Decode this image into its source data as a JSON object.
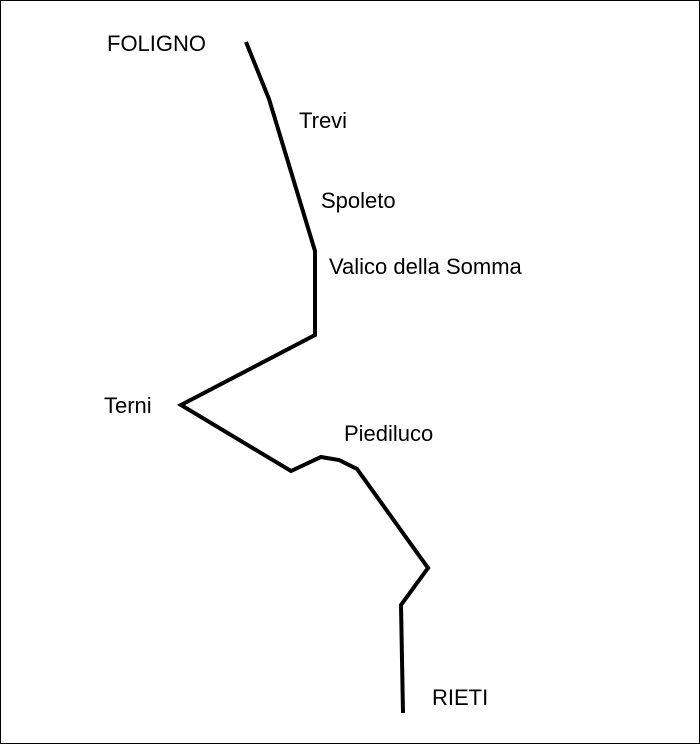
{
  "map": {
    "route_color": "#000000",
    "places": {
      "foligno": "FOLIGNO",
      "trevi": "Trevi",
      "spoleto": "Spoleto",
      "valico": "Valico della Somma",
      "terni": "Terni",
      "piediluco": "Piediluco",
      "rieti": "RIETI"
    }
  }
}
